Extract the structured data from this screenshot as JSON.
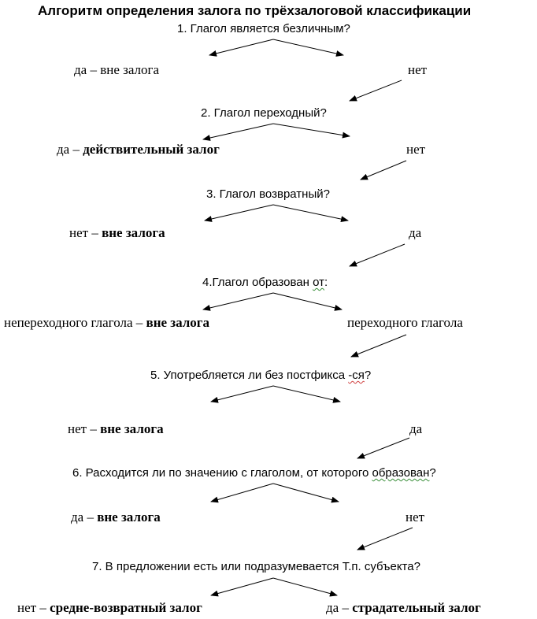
{
  "title": "Алгоритм определения залога по трёхзалоговой классификации",
  "steps": [
    {
      "question": "1. Глагол является безличным?",
      "left": {
        "prefix": "да – ",
        "bold": "",
        "plain": "вне залога"
      },
      "right": "нет"
    },
    {
      "question": "2. Глагол переходный?",
      "left": {
        "prefix": "да – ",
        "bold": "действительный залог",
        "plain": ""
      },
      "right": "нет"
    },
    {
      "question": "3. Глагол возвратный?",
      "left": {
        "prefix": "нет – ",
        "bold": "вне залога",
        "plain": ""
      },
      "right": "да"
    },
    {
      "question_pre": "4.Глагол образован ",
      "question_mark": "от",
      "question_post": ":",
      "left": {
        "prefix": "непереходного глагола – ",
        "bold": "вне залога",
        "plain": ""
      },
      "right": "переходного глагола"
    },
    {
      "question_pre": "5. Употребляется ли без постфикса ",
      "question_mark": "-ся",
      "question_post": "?",
      "left": {
        "prefix": "нет – ",
        "bold": "вне залога",
        "plain": ""
      },
      "right": "да"
    },
    {
      "question_pre": "6. Расходится ли по значению с глаголом, от которого ",
      "question_mark": "образован",
      "question_post": "?",
      "left": {
        "prefix": "да – ",
        "bold": "вне залога",
        "plain": ""
      },
      "right": "нет"
    },
    {
      "question": "7.   В предложении есть или подразумевается Т.п. субъекта?",
      "left": {
        "prefix": "нет – ",
        "bold": "средне-возвратный залог",
        "plain": ""
      },
      "right": {
        "prefix": "да – ",
        "bold": "страдательный залог"
      }
    }
  ]
}
